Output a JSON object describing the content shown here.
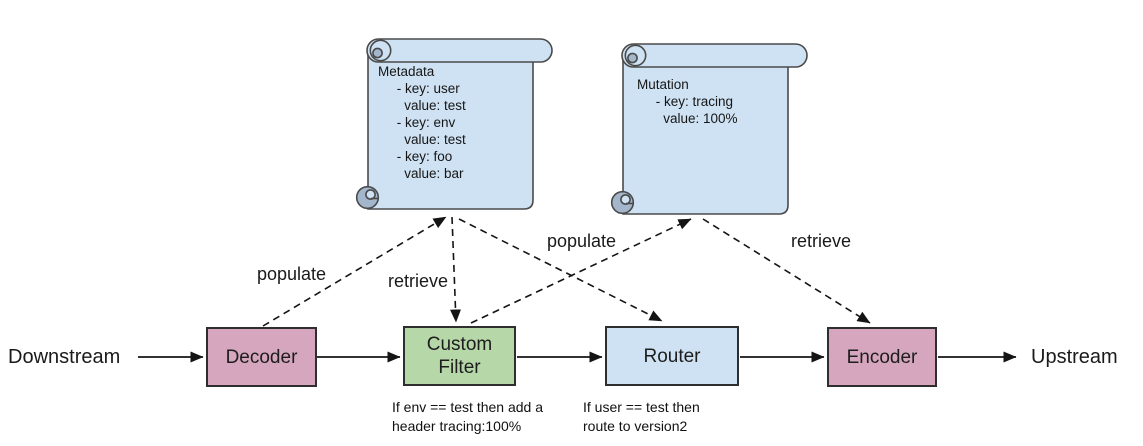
{
  "diagram": {
    "title": "request filter chain with dynamic metadata",
    "endpoints": {
      "downstream": "Downstream",
      "upstream": "Upstream"
    },
    "nodes": [
      {
        "id": "decoder",
        "label": "Decoder",
        "color": "#d5a6bd"
      },
      {
        "id": "custom-filter",
        "label": "Custom\nFilter",
        "color": "#b6d7a8",
        "caption": "If env == test then add a\nheader tracing:100%"
      },
      {
        "id": "router",
        "label": "Router",
        "color": "#cfe2f3",
        "caption": "If user == test then\nroute to version2"
      },
      {
        "id": "encoder",
        "label": "Encoder",
        "color": "#d5a6bd"
      }
    ],
    "scrolls": [
      {
        "id": "metadata",
        "title": "Metadata",
        "entries": [
          {
            "key": "user",
            "value": "test"
          },
          {
            "key": "env",
            "value": "test"
          },
          {
            "key": "foo",
            "value": "bar"
          }
        ],
        "display_text": "Metadata\n     - key: user\n       value: test\n     - key: env\n       value: test\n     - key: foo\n       value: bar",
        "color": "#cfe2f3"
      },
      {
        "id": "mutation",
        "title": "Mutation",
        "entries": [
          {
            "key": "tracing",
            "value": "100%"
          }
        ],
        "display_text": "Mutation\n     - key: tracing\n       value: 100%",
        "color": "#cfe2f3"
      }
    ],
    "edges": [
      {
        "from": "downstream",
        "to": "decoder",
        "style": "solid"
      },
      {
        "from": "decoder",
        "to": "custom-filter",
        "style": "solid"
      },
      {
        "from": "custom-filter",
        "to": "router",
        "style": "solid"
      },
      {
        "from": "router",
        "to": "encoder",
        "style": "solid"
      },
      {
        "from": "encoder",
        "to": "upstream",
        "style": "solid"
      },
      {
        "from": "decoder",
        "to": "metadata-scroll",
        "style": "dashed",
        "label": "populate"
      },
      {
        "from": "metadata-scroll",
        "to": "custom-filter",
        "style": "dashed",
        "label": "retrieve"
      },
      {
        "from": "metadata-scroll",
        "to": "router",
        "style": "dashed"
      },
      {
        "from": "custom-filter",
        "to": "mutation-scroll",
        "style": "dashed",
        "label": "populate"
      },
      {
        "from": "mutation-scroll",
        "to": "encoder",
        "style": "dashed",
        "label": "retrieve"
      }
    ],
    "colors": {
      "background": "#ffffff",
      "node-pink": "#d5a6bd",
      "node-green": "#b6d7a8",
      "node-blue": "#cfe2f3",
      "scroll-fill": "#cfe2f3",
      "scroll-curl": "#a3b6cc",
      "border": "#2e2e2e",
      "line": "#141414"
    }
  }
}
